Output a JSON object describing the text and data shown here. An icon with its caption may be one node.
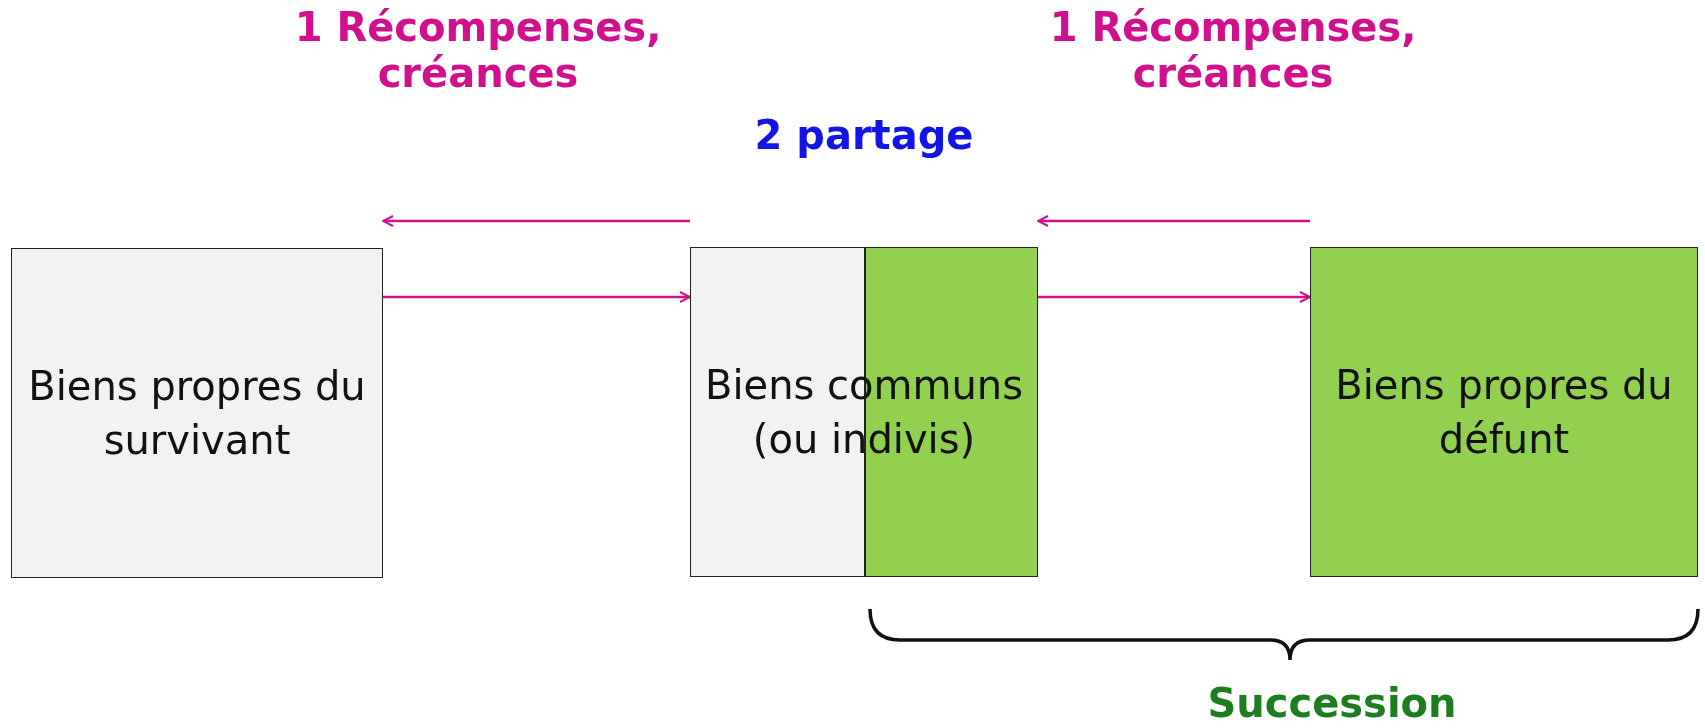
{
  "diagram": {
    "nodes": [
      {
        "text": [
          "Biens propres du survivant"
        ]
      },
      {
        "text": [
          "Biens communs (ou indivis)"
        ]
      },
      {
        "text": [
          "Biens propres du défunt"
        ]
      }
    ],
    "edges": [
      {
        "from": 1,
        "to": 0,
        "arrow": "to"
      },
      {
        "from": 0,
        "to": 1,
        "arrow": "to"
      },
      {
        "from": 2,
        "to": 1,
        "arrow": "to"
      },
      {
        "from": 1,
        "to": 2,
        "arrow": "to"
      }
    ],
    "labels": [
      "1 Récompenses, créances",
      "2 partage",
      "1 Récompenses, créances",
      "Succession"
    ]
  }
}
